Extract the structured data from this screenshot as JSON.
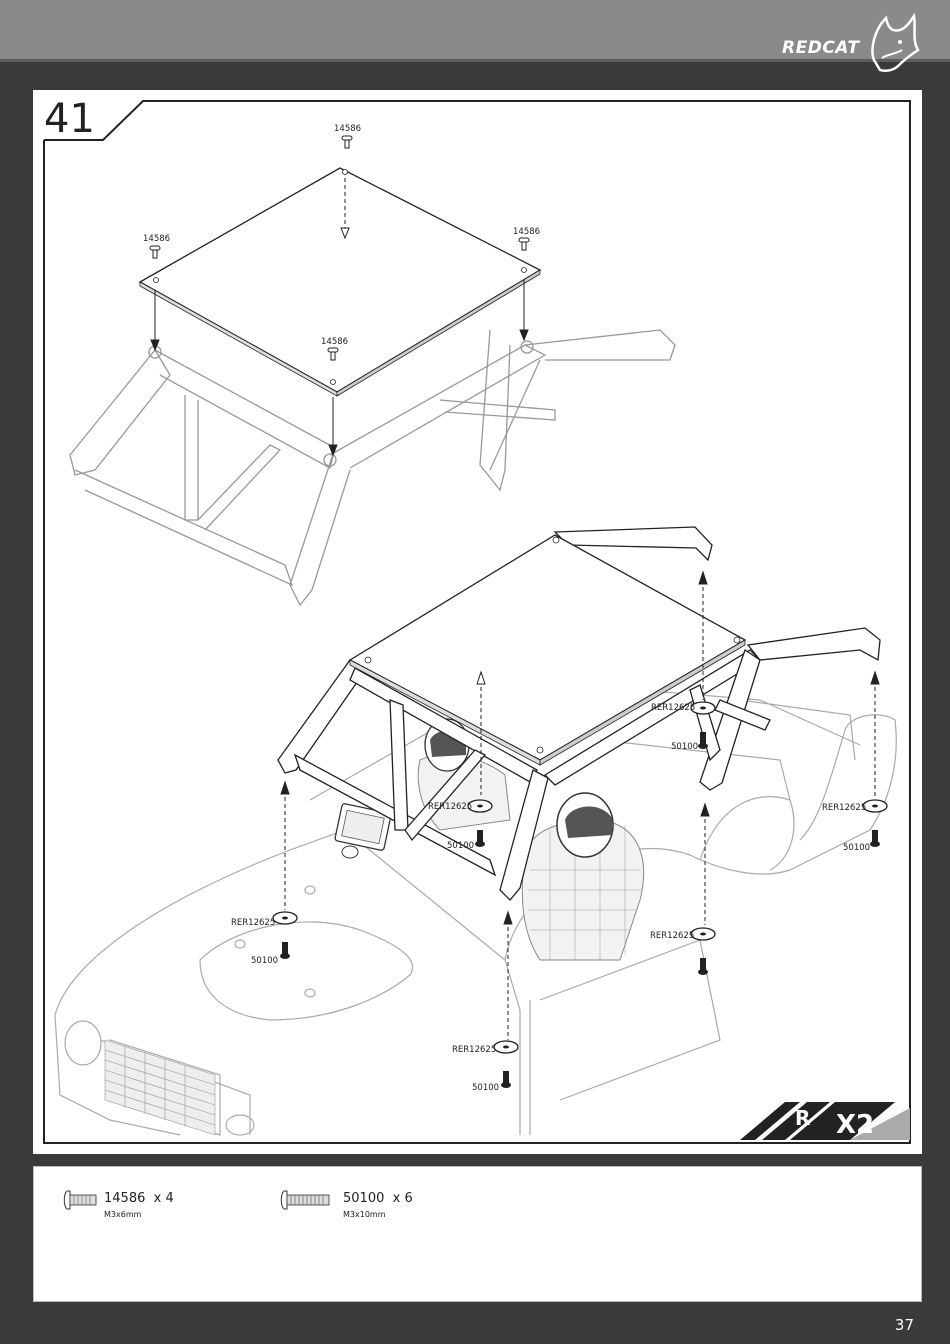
{
  "brand": {
    "name": "REDCAT"
  },
  "step": {
    "number": "41"
  },
  "callouts": {
    "roof_screw": "14586",
    "washer": "RER12625",
    "body_screw": "50100"
  },
  "badge": {
    "text": "X2",
    "mark": "R"
  },
  "parts": [
    {
      "code": "14586",
      "qty": "x 4",
      "spec": "M3x6mm",
      "icon": "button-head-screw-icon"
    },
    {
      "code": "50100",
      "qty": "x 6",
      "spec": "M3x10mm",
      "icon": "long-screw-icon"
    }
  ],
  "page": {
    "number": "37"
  },
  "colors": {
    "frame": "#3a3a3a",
    "header": "#8a8a8a",
    "paper": "#ffffff",
    "ink": "#222222"
  }
}
